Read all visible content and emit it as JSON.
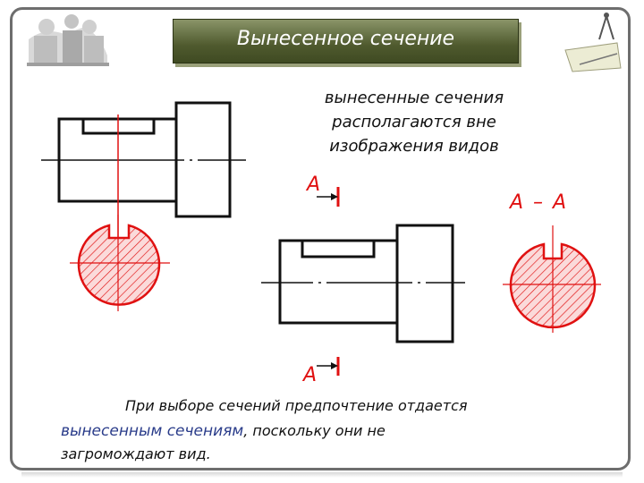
{
  "slide": {
    "title": "Вынесенное сечение",
    "caption_lines": [
      "вынесенные сечения",
      "располагаются вне",
      "изображения видов"
    ],
    "section_label_top": "А",
    "section_label_bottom": "А",
    "section_view_label": "А – А",
    "note_line1": "При выборе сечений предпочтение отдается",
    "note_line2_highlight": "вынесенным сечениям",
    "note_line2_rest": ", поскольку они не",
    "note_line3": "загромождают вид."
  },
  "colors": {
    "accent_red": "#e01111",
    "hatch_fill": "#fbdada",
    "title_bg": "#4f5a2e",
    "highlight_text": "#2a3c8a"
  },
  "icons": [
    "people-logo-icon",
    "drafting-tools-icon"
  ]
}
